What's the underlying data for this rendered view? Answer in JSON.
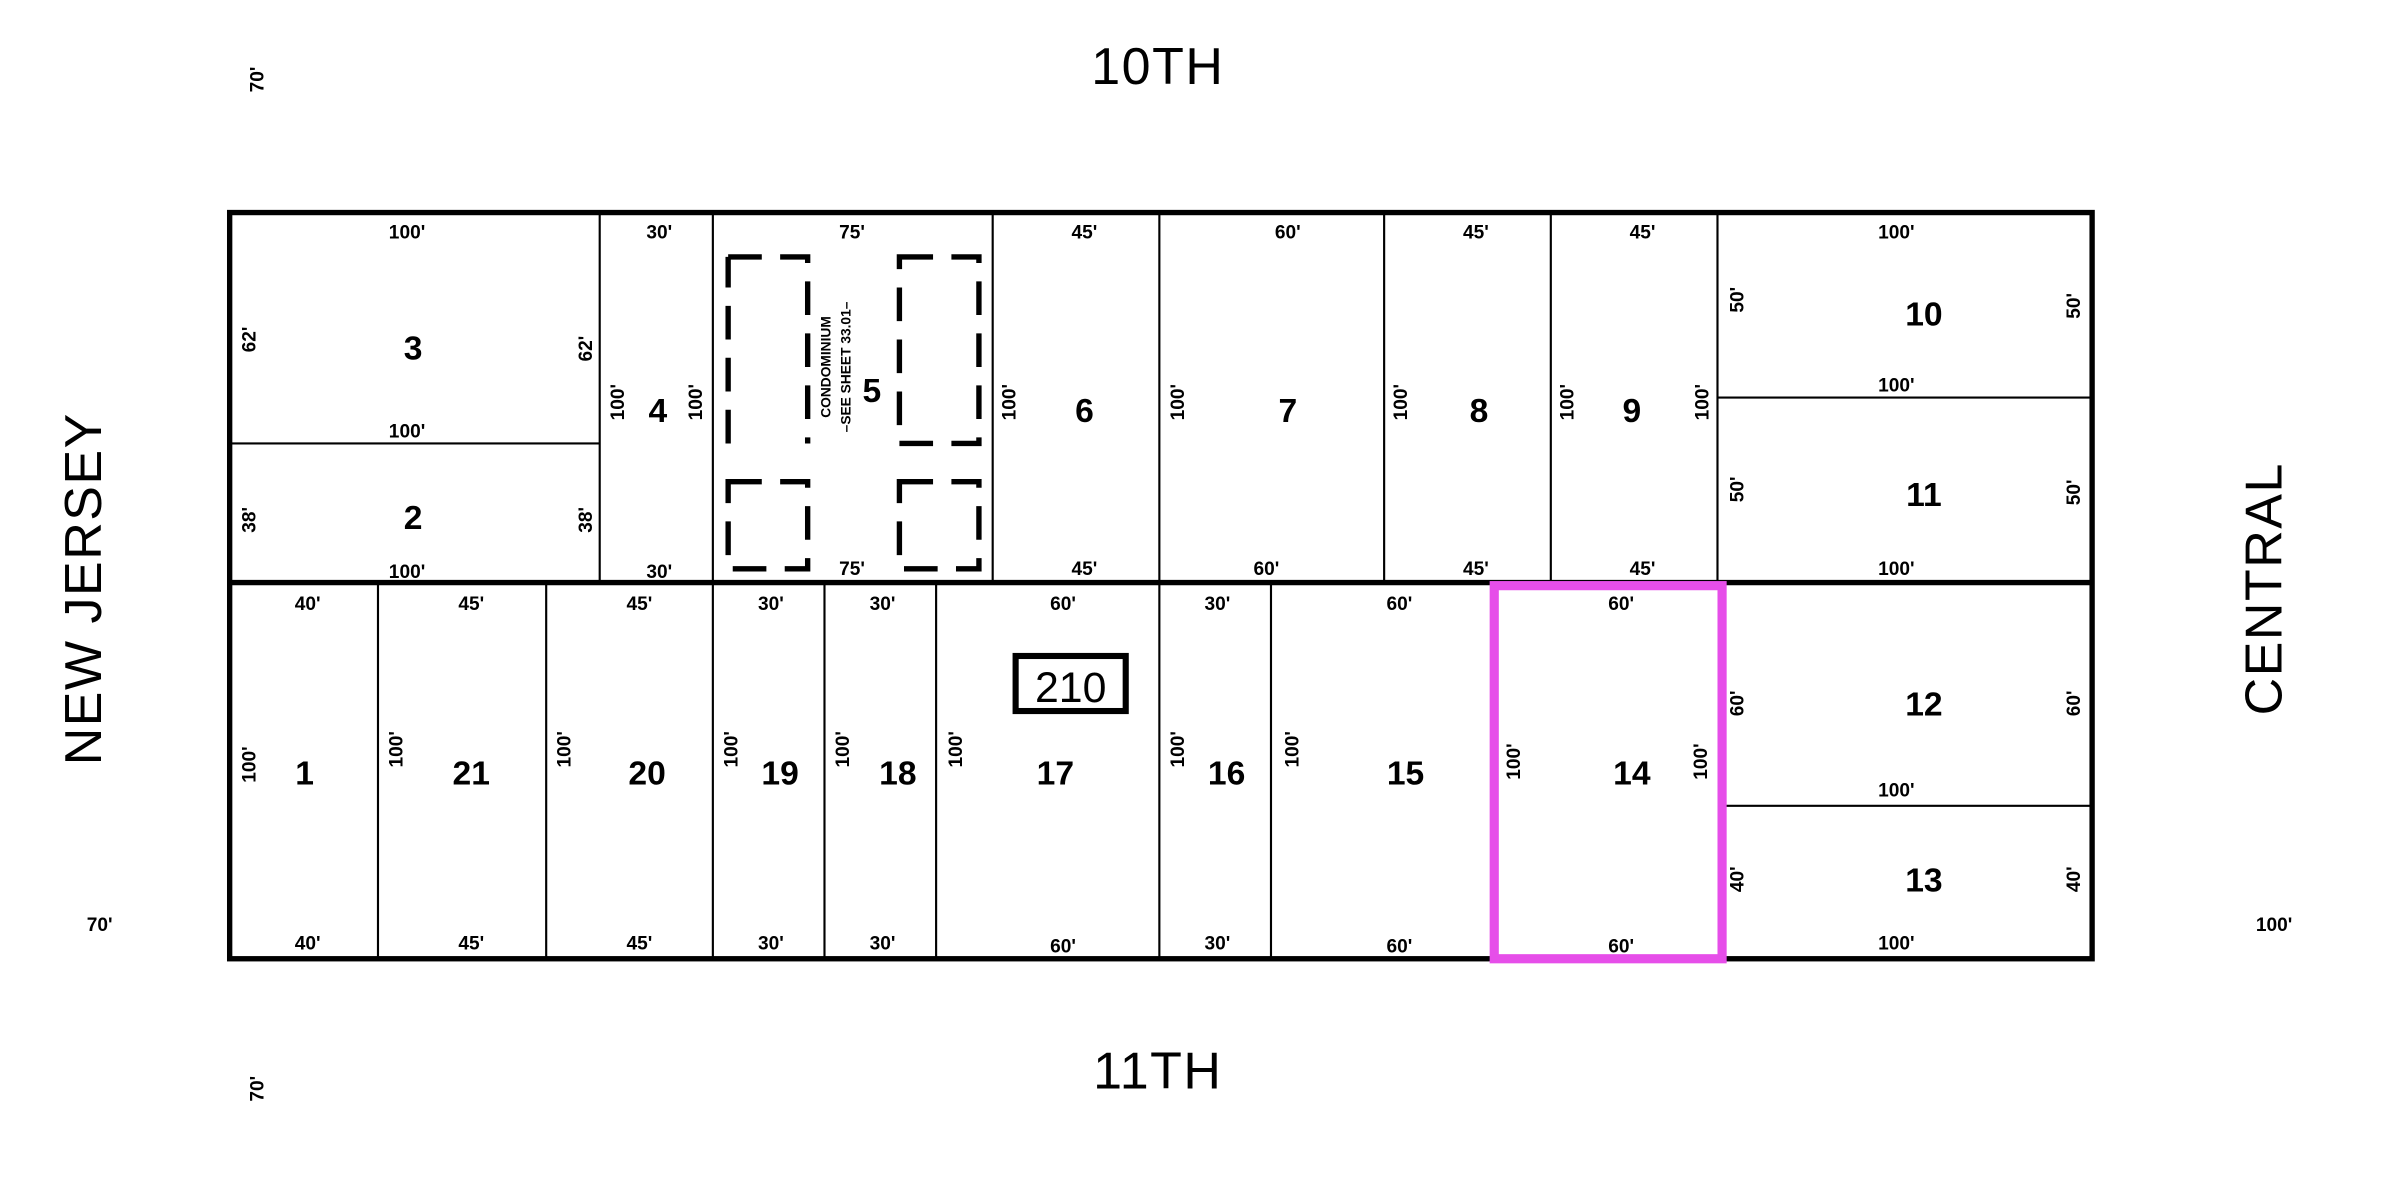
{
  "streets": {
    "north": "10TH",
    "south": "11TH",
    "west": "NEW JERSEY",
    "east": "CENTRAL"
  },
  "street_widths": {
    "north": "70'",
    "south": "70'",
    "west": "70'",
    "east": "100'"
  },
  "block_number": "210",
  "highlight_color": "#e64ee9",
  "highlighted_lot": "14",
  "condo_note": {
    "line1": "CONDOMINIUM",
    "line2": "–SEE SHEET 33.01–"
  },
  "lots": {
    "l1": {
      "number": "1",
      "top": "40'",
      "bottom": "40'",
      "left": "100'"
    },
    "l2": {
      "number": "2",
      "bottom": "100'",
      "left": "38'",
      "right": "38'"
    },
    "l3": {
      "number": "3",
      "top": "100'",
      "bottom": "100'",
      "left": "62'",
      "right": "62'"
    },
    "l4": {
      "number": "4",
      "top": "30'",
      "bottom": "30'",
      "left": "100'",
      "right": "100'"
    },
    "l5": {
      "number": "5",
      "top": "75'",
      "bottom": "75'"
    },
    "l6": {
      "number": "6",
      "top": "45'",
      "bottom": "45'",
      "left": "100'"
    },
    "l7": {
      "number": "7",
      "top": "60'",
      "bottom": "60'",
      "left": "100'"
    },
    "l8": {
      "number": "8",
      "top": "45'",
      "bottom": "45'",
      "left": "100'"
    },
    "l9": {
      "number": "9",
      "top": "45'",
      "bottom": "45'",
      "left": "100'",
      "right": "100'"
    },
    "l10": {
      "number": "10",
      "top": "100'",
      "bottom": "100'",
      "left": "50'",
      "right": "50'"
    },
    "l11": {
      "number": "11",
      "bottom": "100'",
      "left": "50'",
      "right": "50'"
    },
    "l12": {
      "number": "12",
      "bottom": "100'",
      "left": "60'",
      "right": "60'"
    },
    "l13": {
      "number": "13",
      "bottom": "100'",
      "left": "40'",
      "right": "40'"
    },
    "l14": {
      "number": "14",
      "top": "60'",
      "bottom": "60'",
      "left": "100'",
      "right": "100'"
    },
    "l15": {
      "number": "15",
      "top": "60'",
      "bottom": "60'",
      "left": "100'"
    },
    "l16": {
      "number": "16",
      "top": "30'",
      "bottom": "30'",
      "left": "100'"
    },
    "l17": {
      "number": "17",
      "top": "60'",
      "bottom": "60'",
      "left": "100'"
    },
    "l18": {
      "number": "18",
      "top": "30'",
      "bottom": "30'",
      "left": "100'"
    },
    "l19": {
      "number": "19",
      "top": "30'",
      "bottom": "30'",
      "left": "100'"
    },
    "l20": {
      "number": "20",
      "top": "45'",
      "bottom": "45'",
      "left": "100'"
    },
    "l21": {
      "number": "21",
      "top": "45'",
      "bottom": "45'",
      "left": "100'"
    }
  }
}
